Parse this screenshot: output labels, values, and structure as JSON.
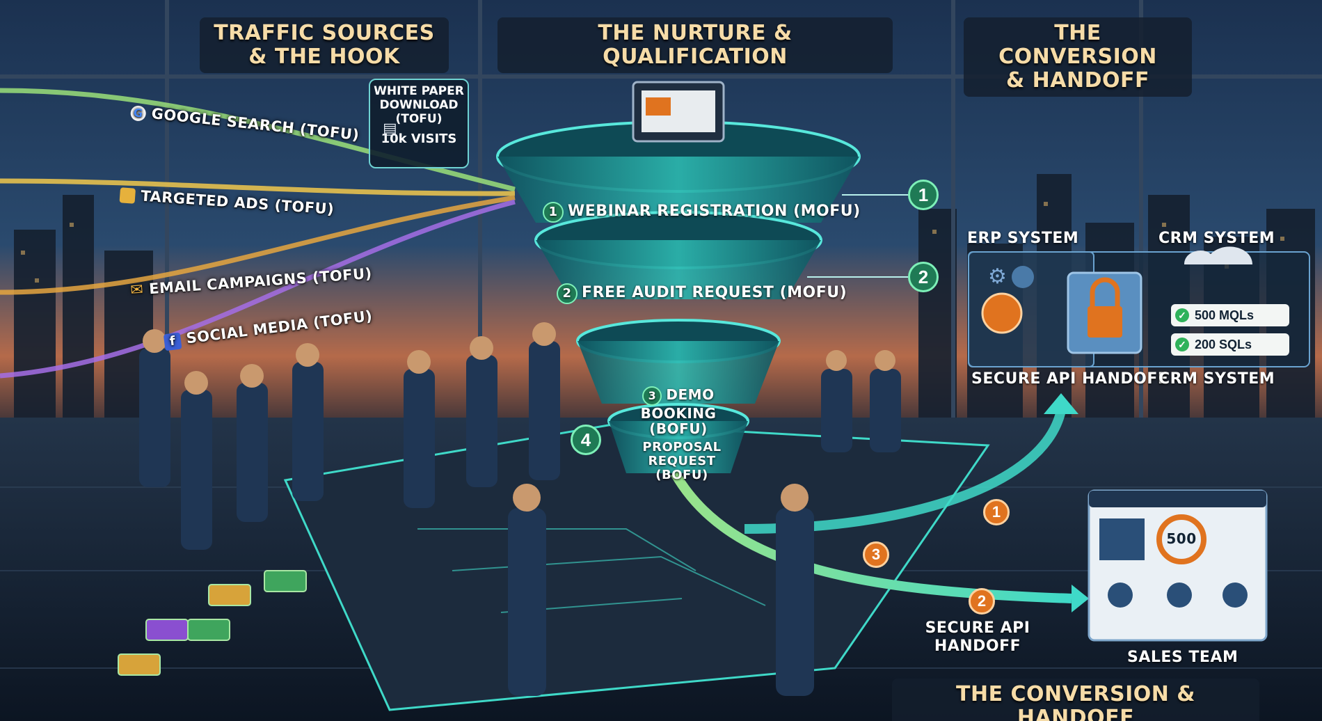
{
  "sections": {
    "traffic": "TRAFFIC SOURCES\n& THE HOOK",
    "nurture": "THE NURTURE & QUALIFICATION",
    "conversion_top": "THE CONVERSION\n& HANDOFF",
    "conversion_bottom": "THE CONVERSION & HANDOFF"
  },
  "traffic_sources": [
    {
      "label": "GOOGLE SEARCH (TOFU)",
      "icon": "google-icon"
    },
    {
      "label": "TARGETED ADS (TOFU)",
      "icon": "ads-icon"
    },
    {
      "label": "EMAIL CAMPAIGNS (TOFU)",
      "icon": "envelope-icon"
    },
    {
      "label": "SOCIAL MEDIA (TOFU)",
      "icon": "facebook-icon"
    }
  ],
  "white_paper": {
    "title": "WHITE PAPER\nDOWNLOAD\n(TOFU)",
    "visits": "10k VISITS"
  },
  "funnel_stages": [
    {
      "num": "1",
      "label": "WEBINAR REGISTRATION (MOFU)"
    },
    {
      "num": "2",
      "label": "FREE AUDIT REQUEST (MOFU)"
    },
    {
      "num": "3",
      "label": "DEMO BOOKING\n(BOFU)"
    },
    {
      "num": "4",
      "label": "PROPOSAL REQUEST\n(BOFU)"
    }
  ],
  "stage_markers": [
    "1",
    "2"
  ],
  "handoff": {
    "erp": "ERP SYSTEM",
    "crm_top": "CRM SYSTEM",
    "crm_bottom": "CRM SYSTEM",
    "secure_api": "SECURE API HANDOFF",
    "mqls": "500 MQLs",
    "sqls": "200 SQLs"
  },
  "path_markers": [
    "1",
    "3",
    "2"
  ],
  "bottom_handoff": "SECURE API\nHANDOFF",
  "sales": {
    "gauge": "500",
    "label": "SALES TEAM"
  },
  "colors": {
    "accent_teal": "#3fd9c8",
    "accent_orange": "#e0731f",
    "title_gold": "#f6dca8",
    "mql_green": "#2fb25b"
  }
}
